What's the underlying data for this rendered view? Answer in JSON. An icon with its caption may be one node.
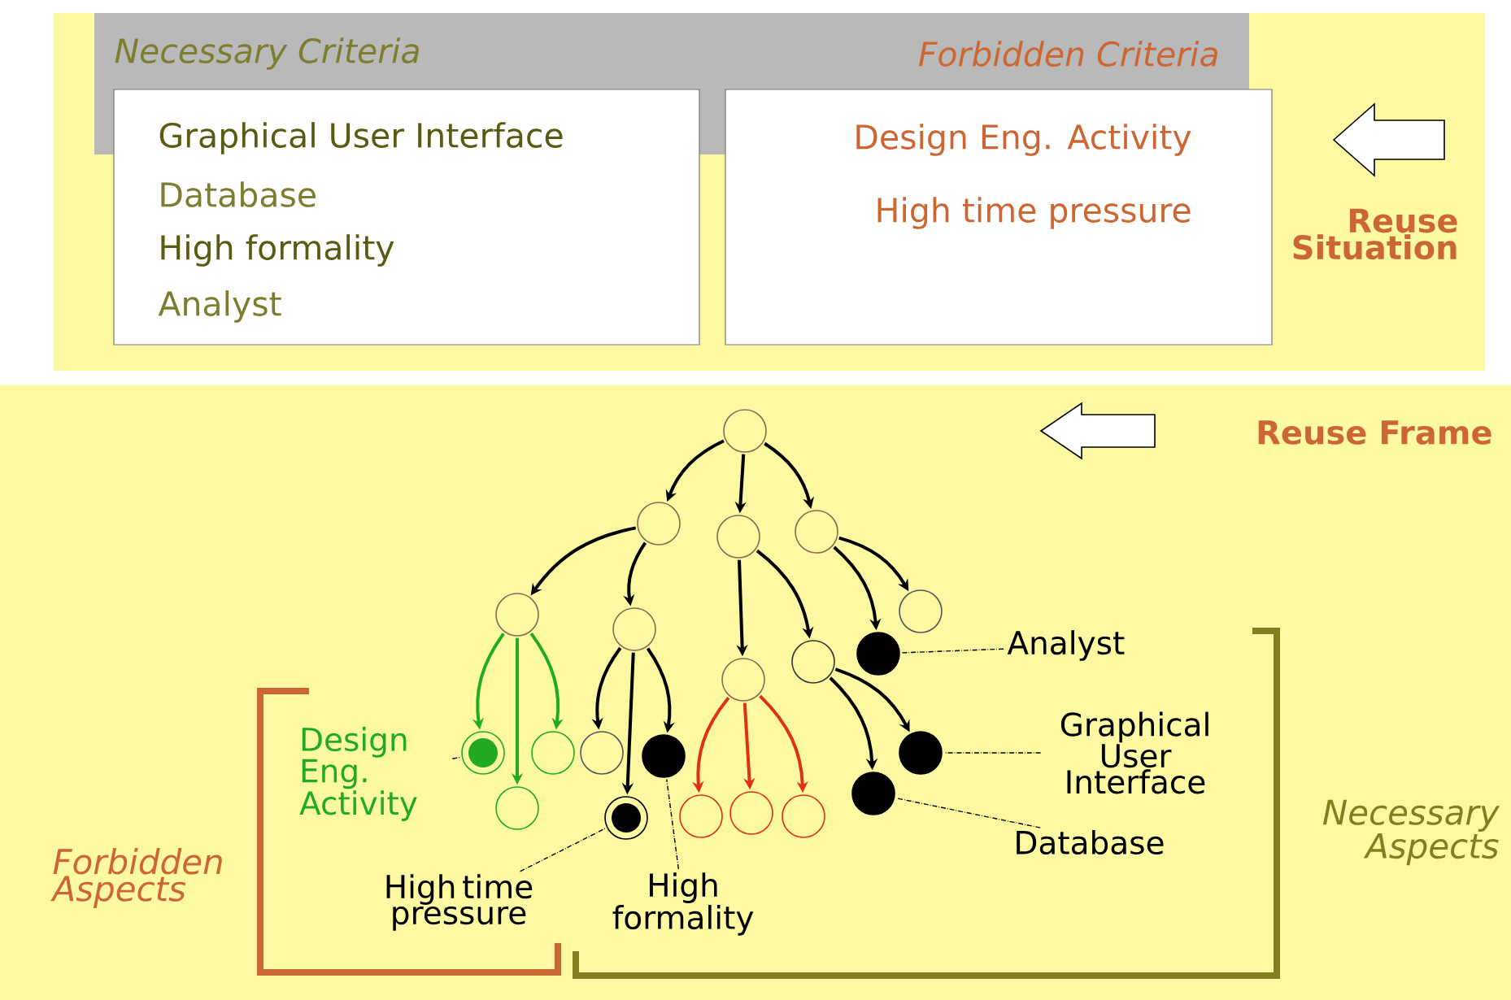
{
  "diagram": {
    "nodes": [
      {
        "text": [
          "Reuse Situation"
        ]
      },
      {
        "text": [
          "Necessary Criteria",
          "Forbidden Criteria"
        ],
        "in": 0
      },
      {
        "text": [
          "Graphical User Interface",
          "Database",
          "High formality",
          "Analyst"
        ],
        "in": 0
      },
      {
        "text": [
          "Design Eng. Activity",
          "High time pressure"
        ],
        "in": 0
      },
      {
        "text": [
          "Reuse Frame"
        ]
      },
      {
        "text": [],
        "shape": "circle",
        "in": 4
      },
      {
        "text": [],
        "shape": "circle",
        "in": 4
      },
      {
        "text": [],
        "shape": "circle",
        "in": 4
      },
      {
        "text": [],
        "shape": "circle",
        "in": 4
      },
      {
        "text": [],
        "shape": "circle",
        "in": 4
      },
      {
        "text": [],
        "shape": "circle",
        "in": 4
      },
      {
        "text": [],
        "shape": "circle",
        "in": 4
      },
      {
        "text": [],
        "shape": "circle",
        "in": 4
      },
      {
        "text": [],
        "shape": "circle",
        "in": 4
      },
      {
        "text": [],
        "shape": "circle",
        "in": 4
      },
      {
        "text": [],
        "shape": "circle",
        "in": 4
      },
      {
        "text": [],
        "shape": "circle",
        "in": 4
      },
      {
        "text": [],
        "shape": "circle",
        "in": 4
      },
      {
        "text": [],
        "shape": "circle",
        "in": 4
      },
      {
        "text": [],
        "shape": "circle",
        "in": 4
      },
      {
        "text": [],
        "shape": "circle",
        "in": 4
      },
      {
        "text": [],
        "shape": "circle",
        "in": 4
      },
      {
        "text": [],
        "shape": "circle",
        "in": 4
      },
      {
        "text": [],
        "shape": "circle",
        "in": 4
      },
      {
        "text": [],
        "shape": "circle",
        "in": 4
      },
      {
        "text": [],
        "shape": "circle",
        "in": 4
      },
      {
        "text": [
          "Analyst"
        ],
        "in": 4
      },
      {
        "text": [
          "Graphical User Interface"
        ],
        "in": 4
      },
      {
        "text": [
          "Database"
        ],
        "in": 4
      },
      {
        "text": [
          "Design Eng. Activity"
        ],
        "in": 4
      },
      {
        "text": [
          "High time pressure"
        ],
        "in": 4
      },
      {
        "text": [
          "High formality"
        ],
        "in": 4
      }
    ],
    "edges": [
      {
        "from": 5,
        "to": 6,
        "arrow": "to"
      },
      {
        "from": 5,
        "to": 7,
        "arrow": "to"
      },
      {
        "from": 5,
        "to": 8,
        "arrow": "to"
      },
      {
        "from": 6,
        "to": 9,
        "arrow": "to"
      },
      {
        "from": 6,
        "to": 10,
        "arrow": "to"
      },
      {
        "from": 7,
        "to": 11,
        "arrow": "to"
      },
      {
        "from": 7,
        "to": 12,
        "arrow": "to"
      },
      {
        "from": 8,
        "to": 14,
        "arrow": "to"
      },
      {
        "from": 8,
        "to": 13,
        "arrow": "to"
      },
      {
        "from": 9,
        "to": 15,
        "arrow": "to",
        "color": "#22aa22"
      },
      {
        "from": 9,
        "to": 17,
        "arrow": "to",
        "color": "#22aa22"
      },
      {
        "from": 9,
        "to": 16,
        "arrow": "to",
        "color": "#22aa22"
      },
      {
        "from": 10,
        "to": 18,
        "arrow": "to"
      },
      {
        "from": 10,
        "to": 20,
        "arrow": "to"
      },
      {
        "from": 10,
        "to": 19,
        "arrow": "to"
      },
      {
        "from": 11,
        "to": 21,
        "arrow": "to",
        "color": "#dd3311"
      },
      {
        "from": 11,
        "to": 22,
        "arrow": "to",
        "color": "#dd3311"
      },
      {
        "from": 11,
        "to": 23,
        "arrow": "to",
        "color": "#dd3311"
      },
      {
        "from": 12,
        "to": 24,
        "arrow": "to"
      },
      {
        "from": 12,
        "to": 25,
        "arrow": "to"
      },
      {
        "from": 26,
        "to": 14,
        "arrow": "none",
        "style": "dashed"
      },
      {
        "from": 27,
        "to": 24,
        "arrow": "none",
        "style": "dashed"
      },
      {
        "from": 28,
        "to": 25,
        "arrow": "none",
        "style": "dashed"
      },
      {
        "from": 29,
        "to": 15,
        "arrow": "none",
        "style": "dashed"
      },
      {
        "from": 30,
        "to": 20,
        "arrow": "none",
        "style": "dashed"
      },
      {
        "from": 31,
        "to": 19,
        "arrow": "none",
        "style": "dashed"
      }
    ],
    "labels": [
      "Forbidden Aspects",
      "Necessary Aspects"
    ]
  }
}
